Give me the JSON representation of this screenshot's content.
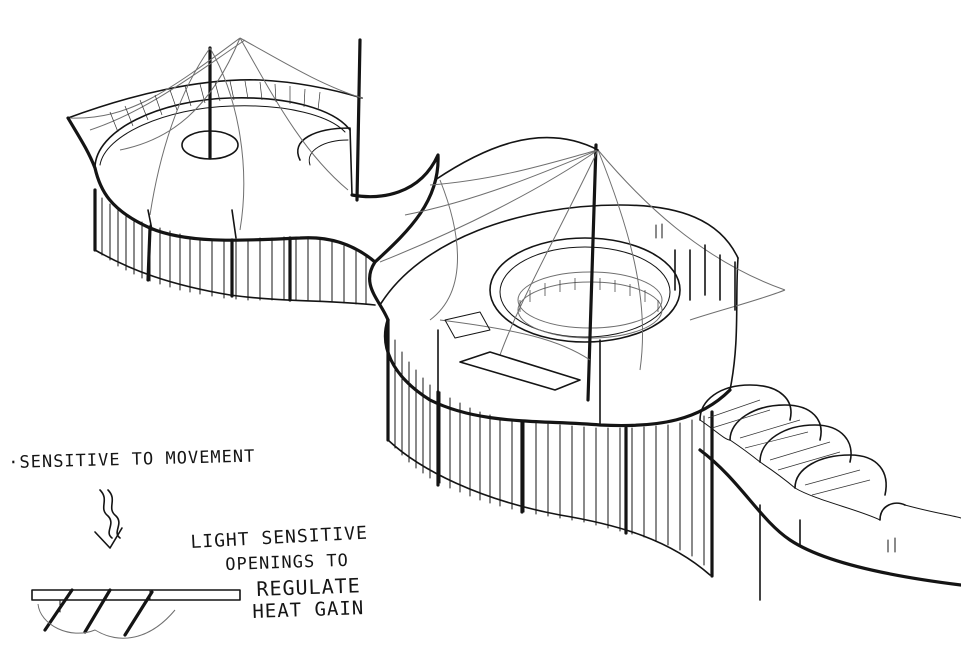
{
  "annotations": {
    "movement_note": "·SENSITIVE TO MOVEMENT",
    "light_note_line1": "LIGHT SENSITIVE",
    "light_note_line2": "OPENINGS TO",
    "light_note_line3": "REGULATE",
    "light_note_line4": "HEAT GAIN"
  },
  "colors": {
    "ink": "#141414",
    "paper": "#ffffff"
  }
}
